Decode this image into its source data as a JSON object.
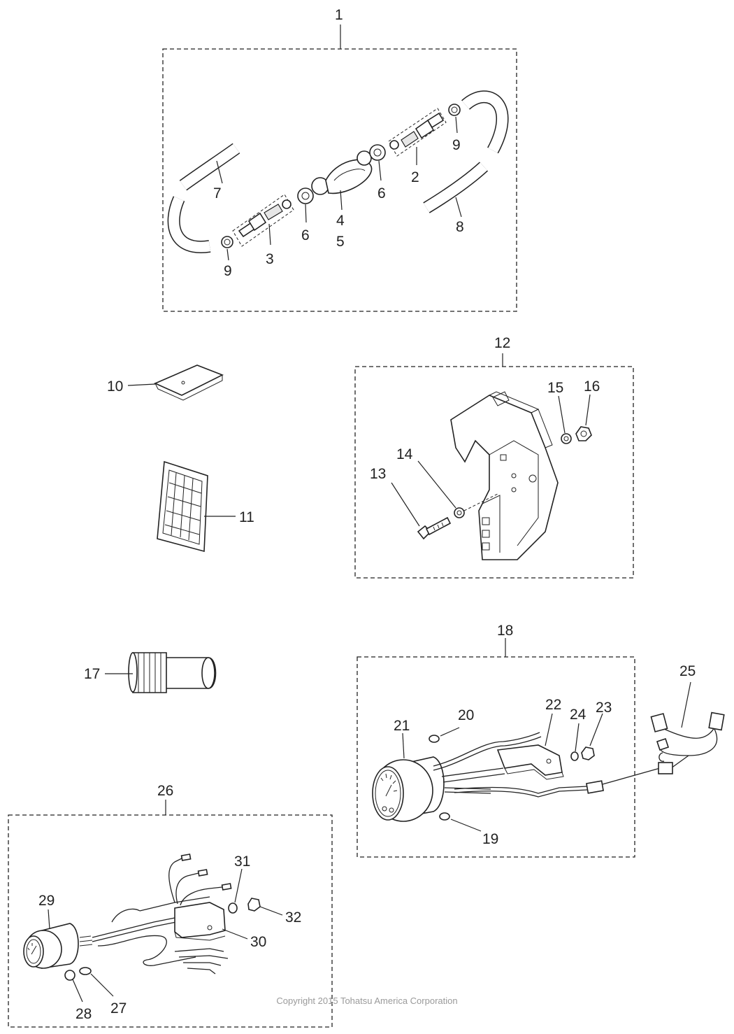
{
  "callouts": {
    "c1": "1",
    "c2": "2",
    "c3": "3",
    "c4": "4",
    "c5": "5",
    "c6a": "6",
    "c6b": "6",
    "c7": "7",
    "c8": "8",
    "c9a": "9",
    "c9b": "9",
    "c10": "10",
    "c11": "11",
    "c12": "12",
    "c13": "13",
    "c14": "14",
    "c15": "15",
    "c16": "16",
    "c17": "17",
    "c18": "18",
    "c19": "19",
    "c20": "20",
    "c21": "21",
    "c22": "22",
    "c23": "23",
    "c24": "24",
    "c25": "25",
    "c26": "26",
    "c27": "27",
    "c28": "28",
    "c29": "29",
    "c30": "30",
    "c31": "31",
    "c32": "32"
  },
  "copyright": "Copyright 2015 Tohatsu America Corporation"
}
